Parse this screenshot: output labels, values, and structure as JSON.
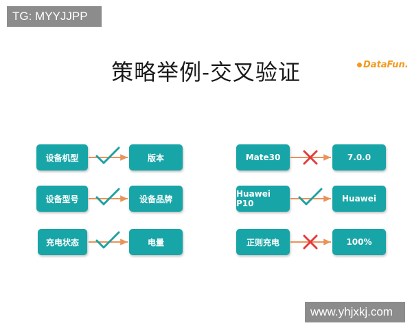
{
  "watermarks": {
    "top_left": "TG: MYYJJPP",
    "bottom_right": "www.yhjxkj.com"
  },
  "title": "策略举例-交叉验证",
  "logo_text": "DataFun.",
  "colors": {
    "box": "#18a5a7",
    "arrow": "#e8935a",
    "check": "#1fa0a0",
    "cross": "#e33b3b",
    "logo": "#f29a1f"
  },
  "left_rules": [
    {
      "from": "设备机型",
      "to": "版本",
      "mark": "check"
    },
    {
      "from": "设备型号",
      "to": "设备品牌",
      "mark": "check"
    },
    {
      "from": "充电状态",
      "to": "电量",
      "mark": "check"
    }
  ],
  "right_rules": [
    {
      "from": "Mate30",
      "to": "7.0.0",
      "mark": "cross"
    },
    {
      "from": "Huawei P10",
      "to": "Huawei",
      "mark": "check"
    },
    {
      "from": "正则充电",
      "to": "100%",
      "mark": "cross"
    }
  ]
}
